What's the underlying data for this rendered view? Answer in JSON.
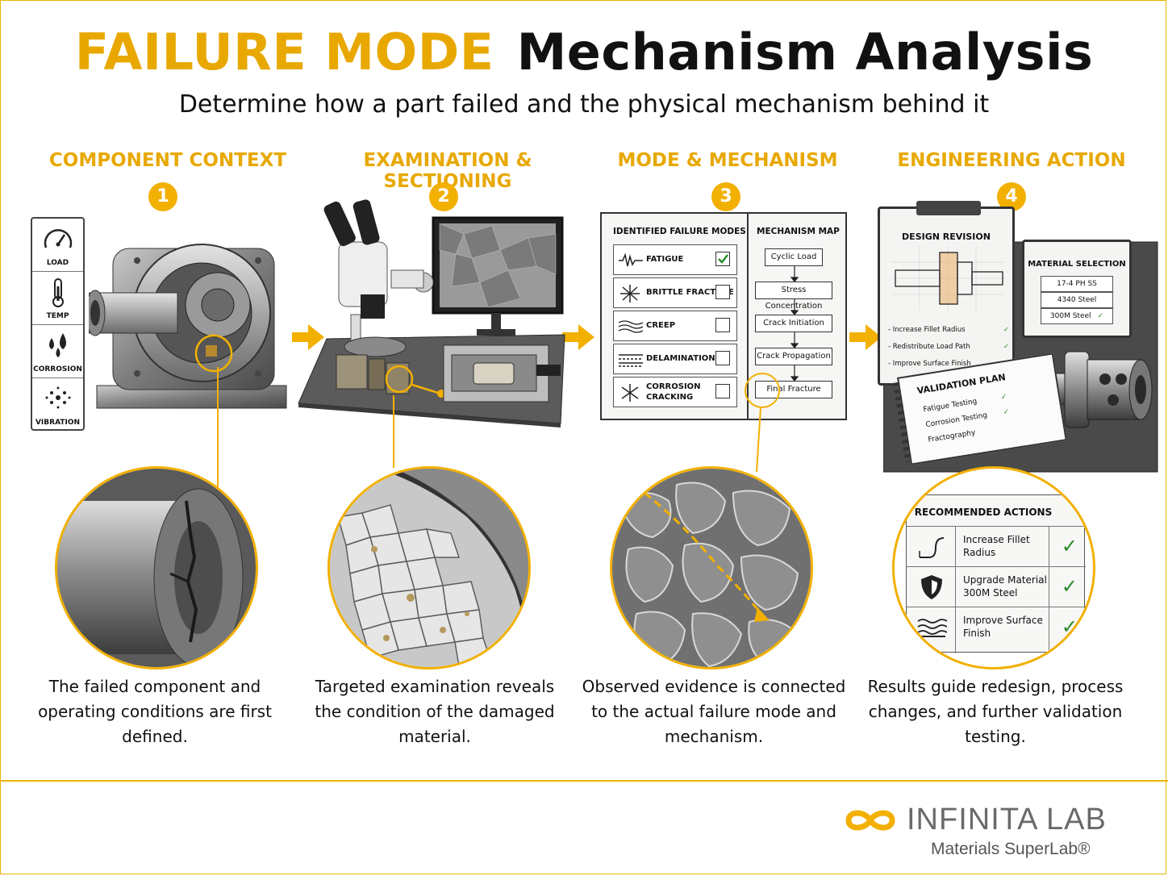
{
  "title": {
    "part1": "FAILURE MODE",
    "part2": "Mechanism Analysis"
  },
  "subtitle": "Determine how a part failed and the physical mechanism behind it",
  "steps": [
    {
      "number": "1",
      "heading": "COMPONENT CONTEXT",
      "caption": "The failed component and operating conditions are first defined."
    },
    {
      "number": "2",
      "heading": "EXAMINATION & SECTIONING",
      "caption": "Targeted examination reveals the condition of the damaged material."
    },
    {
      "number": "3",
      "heading": "MODE & MECHANISM",
      "caption": "Observed evidence is connected to the actual failure mode and mechanism."
    },
    {
      "number": "4",
      "heading": "ENGINEERING ACTION",
      "caption": "Results guide redesign, process changes, and further validation testing."
    }
  ],
  "conditions": [
    {
      "label": "LOAD",
      "icon": "gauge-icon"
    },
    {
      "label": "TEMP",
      "icon": "thermometer-icon"
    },
    {
      "label": "CORROSION",
      "icon": "droplets-icon"
    },
    {
      "label": "VIBRATION",
      "icon": "vibration-icon"
    }
  ],
  "failure_modes": {
    "heading": "IDENTIFIED FAILURE MODES",
    "items": [
      {
        "label": "FATIGUE",
        "checked": true
      },
      {
        "label": "BRITTLE FRACTURE",
        "checked": false
      },
      {
        "label": "CREEP",
        "checked": false
      },
      {
        "label": "DELAMINATION",
        "checked": false
      },
      {
        "label": "CORROSION\nCRACKING",
        "checked": false
      }
    ]
  },
  "mechanism_map": {
    "heading": "MECHANISM MAP",
    "items": [
      "Cyclic Load",
      "Stress Concentration",
      "Crack Initiation",
      "Crack Propagation",
      "Final Fracture"
    ]
  },
  "design_revision": {
    "heading": "DESIGN REVISION",
    "items": [
      "Increase Fillet Radius",
      "Redistribute Load Path",
      "Improve Surface Finish"
    ]
  },
  "material_selection": {
    "heading": "MATERIAL SELECTION",
    "items": [
      "17-4 PH SS",
      "4340 Steel",
      "300M Steel"
    ]
  },
  "validation_plan": {
    "heading": "VALIDATION PLAN",
    "items": [
      "Fatigue Testing",
      "Corrosion Testing",
      "Fractography"
    ]
  },
  "recommended_actions": {
    "heading": "RECOMMENDED ACTIONS",
    "items": [
      {
        "label": "Increase Fillet\nRadius",
        "icon": "fillet-curve-icon"
      },
      {
        "label": "Upgrade Material\n300M Steel",
        "icon": "shield-icon"
      },
      {
        "label": "Improve Surface\nFinish",
        "icon": "surface-wave-icon"
      }
    ]
  },
  "logo": {
    "name": "INFINITA LAB",
    "tagline": "Materials SuperLab®"
  },
  "colors": {
    "accent": "#f2b000",
    "check": "#2a8a2a"
  }
}
